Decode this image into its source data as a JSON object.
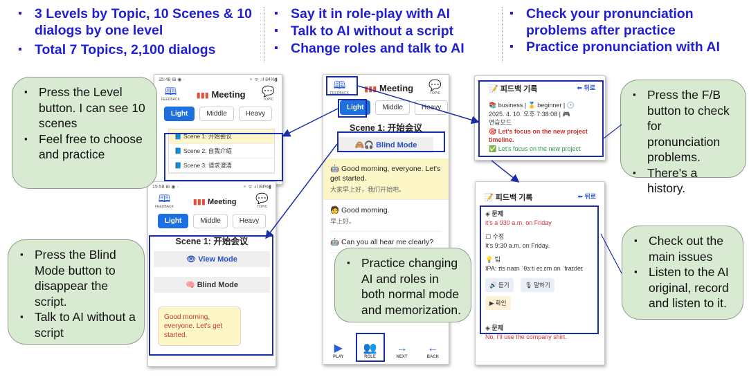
{
  "header": {
    "col1": [
      "3 Levels by Topic, 10 Scenes & 10 dialogs by one level",
      "Total 7 Topics, 2,100 dialogs"
    ],
    "col2": [
      "Say it in role-play with AI",
      "Talk to AI without a script",
      "Change roles and talk to AI"
    ],
    "col3": [
      "Check your pronunciation problems after practice",
      "Practice pronunciation with AI"
    ]
  },
  "callouts": {
    "level": [
      "Press the Level button. I can see 10 scenes",
      "Feel free to choose and practice"
    ],
    "blind": [
      "Press the Blind Mode button to disappear the script.",
      "Talk to AI without a script"
    ],
    "practice": [
      "Practice changing AI and roles in both normal mode and memorization."
    ],
    "fb": [
      "Press the F/B button to check for pronunciation problems.",
      "There's a history."
    ],
    "issues": [
      "Check out the main issues",
      "Listen to the AI original, record and listen to it."
    ]
  },
  "common": {
    "status_time_1": "15:48 ⊞ ◉ ·",
    "status_time_2": "15:58 ⊞ ◉ ·",
    "status_right": "⚬ ᯤ .ıl 84%▮",
    "feedback_label": "FEEDBACK",
    "topic_label": "TOPIC",
    "title": "Meeting",
    "levels": [
      "Light",
      "Middle",
      "Heavy"
    ],
    "scene1": "Scene 1: 开始会议"
  },
  "phone1": {
    "scenes": [
      "Scene 1: 开始会议",
      "Scene 2: 自我介绍",
      "Scene 3: 请求澄清"
    ]
  },
  "phone2": {
    "view_mode": "View Mode",
    "blind_mode": "Blind Mode",
    "bubble": "Good morning, everyone. Let's get started."
  },
  "phone3": {
    "blind_mode": "Blind Mode",
    "d1_en": "Good morning, everyone. Let's get started.",
    "d1_zh": "大家早上好，我们开始吧。",
    "d2_en": "Good morning.",
    "d2_zh": "早上好。",
    "d3_en": "Can you all hear me clearly?",
    "nav": [
      "PLAY",
      "ROLE",
      "NEXT",
      "BACK"
    ]
  },
  "phone4": {
    "title": "피드백 기록",
    "back": "뒤로",
    "meta1": "business | 🥇 beginner | 🕒",
    "meta2": "2025. 4. 10. 오후 7:38:08 | 🎮",
    "meta3": "연습모드",
    "red": "Let's focus on the new project timeline.",
    "green": "Let's focus on the new project"
  },
  "phone5": {
    "title": "피드백 기록",
    "back": "뒤로",
    "problem_label": "문제",
    "problem_text": "it's a 930 a.m. on Friday",
    "fix_label": "수정",
    "fix_text": "It's 9:30 a.m. on Friday.",
    "tip_label": "팁",
    "ipa": "IPA: ɪts nаɪn ˈθɜːti eɪ.ɛm ɒn ˈfraɪdeɪ",
    "btn_listen": "듣기",
    "btn_speak": "말하기",
    "btn_check": "확인",
    "problem2_label": "문제",
    "problem2_text": "No, I'll use the company shirt."
  }
}
